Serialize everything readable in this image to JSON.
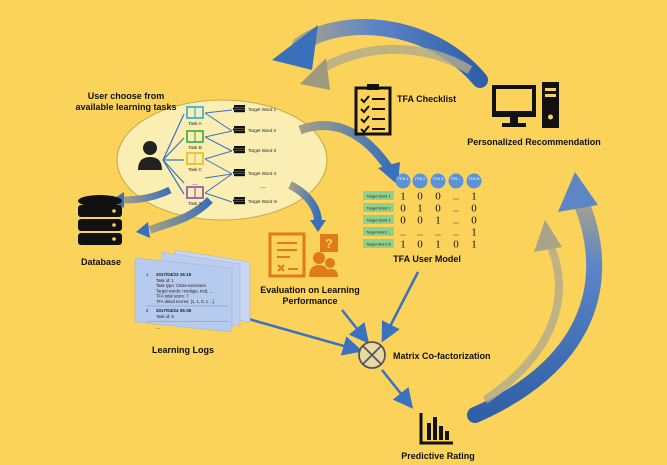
{
  "labels": {
    "user_choose": [
      "User choose from",
      "available learning tasks"
    ],
    "tfa_checklist": "TFA Checklist",
    "personalized_recommendation": "Personalized Recommendation",
    "database": "Database",
    "evaluation": [
      "Evaluation on Learning",
      "Performance"
    ],
    "tfa_user_model": "TFA User Model",
    "learning_logs": "Learning Logs",
    "matrix_cofactorization": "Matrix Co-factorization",
    "predictive_rating": "Predictive Rating"
  },
  "tasks": [
    "Task A",
    "Task B",
    "Task C",
    "...",
    "Task X"
  ],
  "target_words": [
    "Target Word 1",
    "Target Word 2",
    "Target Word 3",
    "Target Word 4",
    "...",
    "Target Word m"
  ],
  "matrix": {
    "headers": [
      "TFA 1",
      "TFA 2",
      "TFA 3",
      "TFA ...",
      "TFA N"
    ],
    "rows": [
      {
        "label": "Target Word 1",
        "cells": [
          "1",
          "0",
          "0",
          "...",
          "1"
        ]
      },
      {
        "label": "Target Word 2",
        "cells": [
          "0",
          "1",
          "0",
          "...",
          "0"
        ]
      },
      {
        "label": "Target Word 3",
        "cells": [
          "0",
          "0",
          "1",
          "...",
          "0"
        ]
      },
      {
        "label": "Target Word ...",
        "cells": [
          "...",
          "...",
          "...",
          "...",
          "1"
        ]
      },
      {
        "label": "Target Word m",
        "cells": [
          "1",
          "0",
          "1",
          "0",
          "1"
        ]
      }
    ]
  },
  "log": {
    "entries": [
      {
        "num": "1",
        "date": "2017/04/23 16:15",
        "lines": [
          "Task id: 1",
          "Task type: Cloze-exercises",
          "Target words: rendage, trod, ...",
          "TFA total score: 7",
          "TFA detail scores: {1, 1, 0, 1 ...}"
        ]
      },
      {
        "num": "2",
        "date": "2017/04/24 06:36",
        "lines": [
          "Task id: 8"
        ]
      }
    ],
    "ellipsis": "..."
  },
  "colors": {
    "background": "#fbd25a",
    "ellipse_fill": "#fbeeb2",
    "arrow_blue": "#3a72c0",
    "arrow_grey": "#8b8b7a",
    "icon_orange": "#e07b1a",
    "matrix_row_label": "#8ed08e",
    "matrix_header": "#5b93d6",
    "log_paper": "#b7cbee",
    "task_colors": [
      "#3bb3e0",
      "#4caf50",
      "#f0c020",
      "#888888",
      "#9b59b6"
    ]
  },
  "icons": [
    "user-icon",
    "book-icon",
    "word-stack-icon",
    "checklist-icon",
    "computer-icon",
    "database-icon",
    "evaluation-icon",
    "chart-icon",
    "otimes-icon"
  ]
}
